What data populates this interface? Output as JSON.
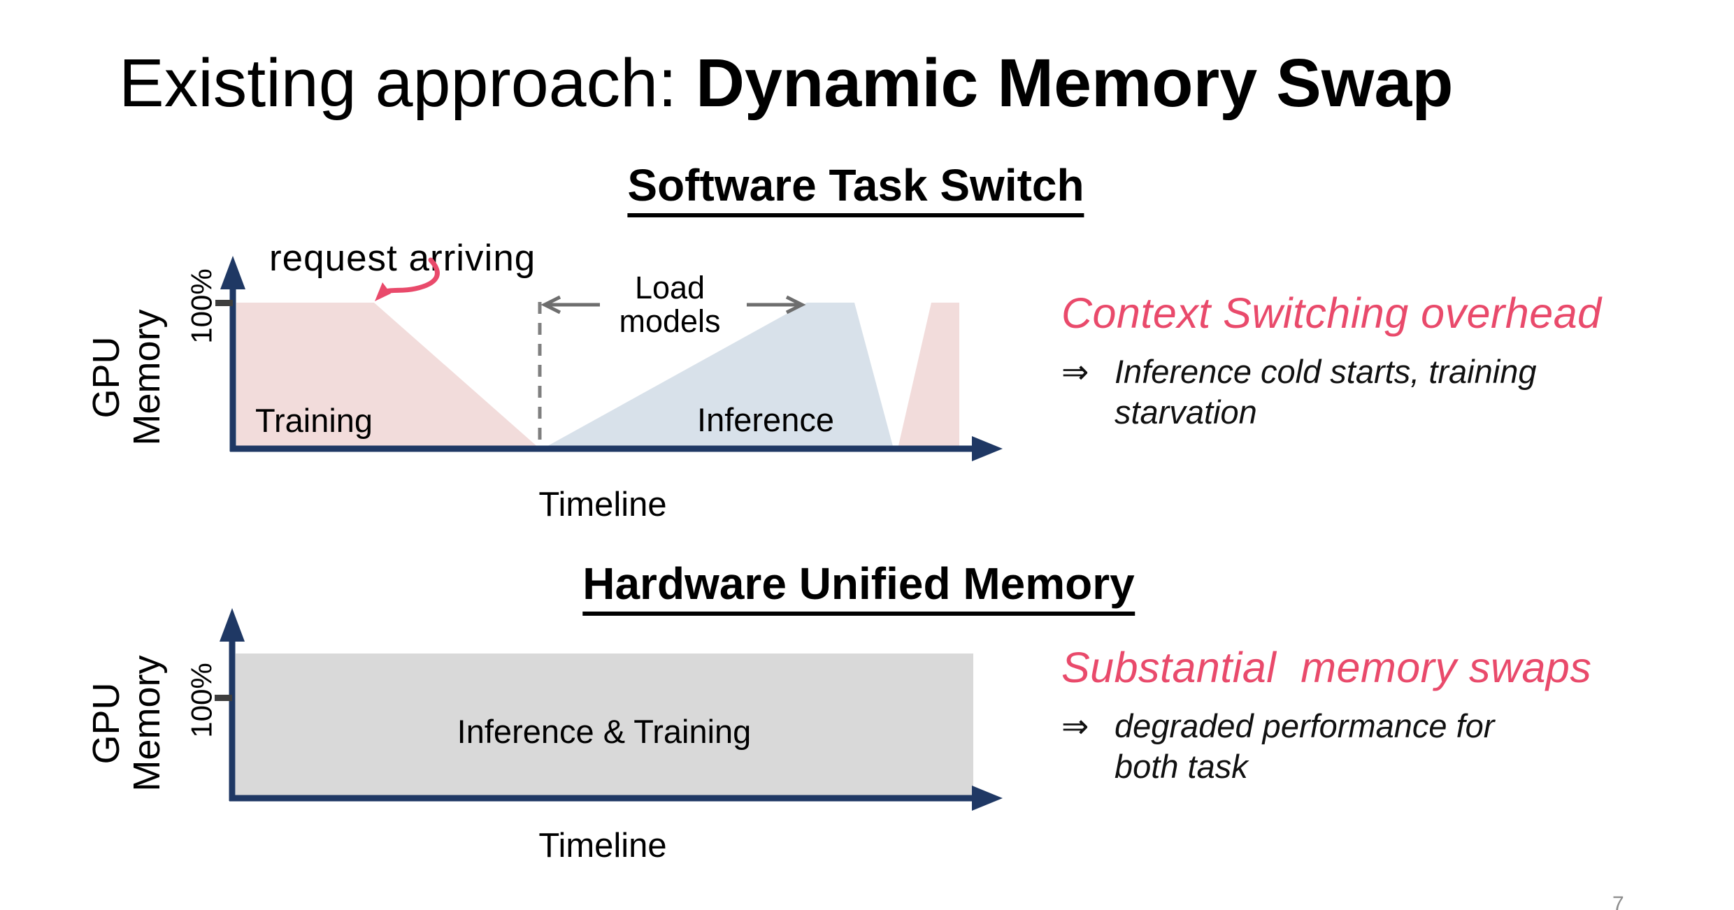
{
  "slide": {
    "title": {
      "regular": "Existing approach: ",
      "bold": "Dynamic Memory Swap"
    },
    "page_number": "7"
  },
  "colors": {
    "accent_pink": "#E94A6B",
    "training_fill": "#F2DCDB",
    "inference_fill": "#D8E1EA",
    "axis_navy": "#1F3864",
    "unified_box_fill": "#D9D9D9",
    "arrow_gray": "#6E6E6E",
    "page_number_gray": "#8C8C8C"
  },
  "section1": {
    "heading": "Software Task Switch",
    "chart": {
      "y_axis_label_line1": "GPU",
      "y_axis_label_line2": "Memory",
      "y_tick": "100%",
      "x_axis_label": "Timeline",
      "annotation_request": "request arriving",
      "annotation_load_line1": "Load",
      "annotation_load_line2": "models",
      "region1_label": "Training",
      "region2_label": "Inference"
    },
    "callout": {
      "headline": "Context Switching overhead",
      "arrow": "⇒",
      "detail_line1": "Inference cold starts, training",
      "detail_line2": "starvation"
    }
  },
  "section2": {
    "heading": "Hardware Unified Memory",
    "chart": {
      "y_axis_label_line1": "GPU",
      "y_axis_label_line2": "Memory",
      "y_tick": "100%",
      "x_axis_label": "Timeline",
      "region_label": "Inference & Training"
    },
    "callout": {
      "headline": "Substantial  memory swaps",
      "arrow": "⇒",
      "detail_line1": "degraded performance for",
      "detail_line2": "both task"
    }
  },
  "chart_data": [
    {
      "type": "area",
      "title": "Software Task Switch",
      "xlabel": "Timeline",
      "ylabel": "GPU Memory",
      "yticks": [
        "100%"
      ],
      "ylim": [
        0,
        1
      ],
      "grid": false,
      "series": [
        {
          "name": "Training",
          "shape": "trapezoid",
          "x_frac": [
            0.0,
            0.0,
            0.185,
            0.41
          ],
          "y_frac": [
            0,
            1,
            1,
            0
          ]
        },
        {
          "name": "Inference",
          "shape": "trapezoid",
          "x_frac": [
            0.41,
            0.77,
            0.83,
            0.885
          ],
          "y_frac": [
            0,
            1,
            1,
            0
          ]
        },
        {
          "name": "Training (resumes)",
          "shape": "trapezoid",
          "x_frac": [
            0.89,
            0.936,
            0.973,
            0.973
          ],
          "y_frac": [
            0,
            1,
            1,
            0
          ]
        }
      ],
      "annotations": [
        "request arriving",
        "Load models"
      ]
    },
    {
      "type": "area",
      "title": "Hardware Unified Memory",
      "xlabel": "Timeline",
      "ylabel": "GPU Memory",
      "yticks": [
        "100%"
      ],
      "ylim": [
        0,
        1
      ],
      "grid": false,
      "series": [
        {
          "name": "Inference & Training",
          "shape": "band",
          "note": "constant level slightly above 100% across the full timeline"
        }
      ]
    }
  ]
}
